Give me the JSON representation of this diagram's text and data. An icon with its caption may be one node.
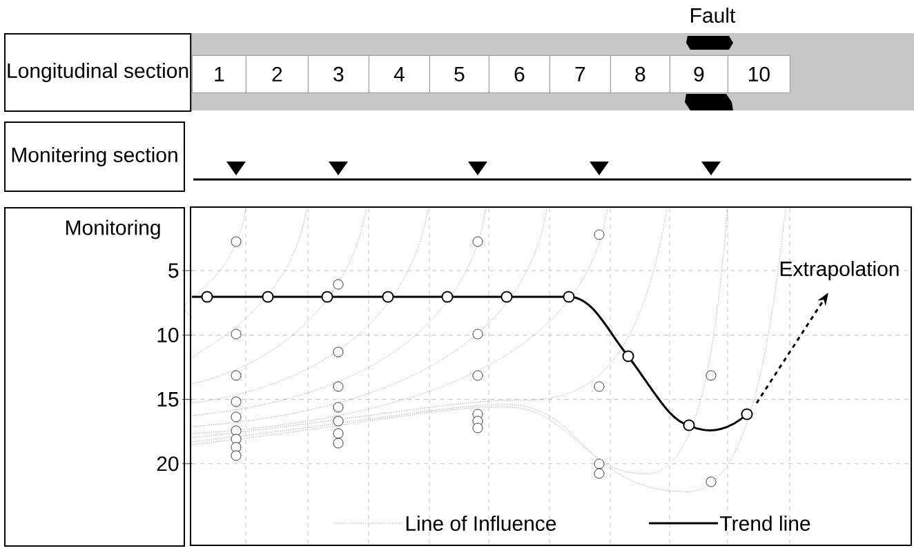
{
  "diagram": {
    "nodes": [
      {
        "text": [
          "Longitudinal section"
        ]
      },
      {
        "text": [
          "Monitering section"
        ]
      },
      {
        "text": [
          "Monitoring"
        ]
      },
      {
        "text": [
          "1"
        ]
      },
      {
        "text": [
          "2"
        ]
      },
      {
        "text": [
          "3"
        ]
      },
      {
        "text": [
          "4"
        ]
      },
      {
        "text": [
          "5"
        ]
      },
      {
        "text": [
          "6"
        ]
      },
      {
        "text": [
          "7"
        ]
      },
      {
        "text": [
          "8"
        ]
      },
      {
        "text": [
          "9"
        ]
      },
      {
        "text": [
          "10"
        ]
      }
    ],
    "edges": [],
    "labels": [
      "Fault",
      "5",
      "10",
      "15",
      "20",
      "Extrapolation"
    ],
    "legend": [
      {
        "text": "Line of Influence"
      },
      {
        "text": "Trend line"
      }
    ]
  }
}
